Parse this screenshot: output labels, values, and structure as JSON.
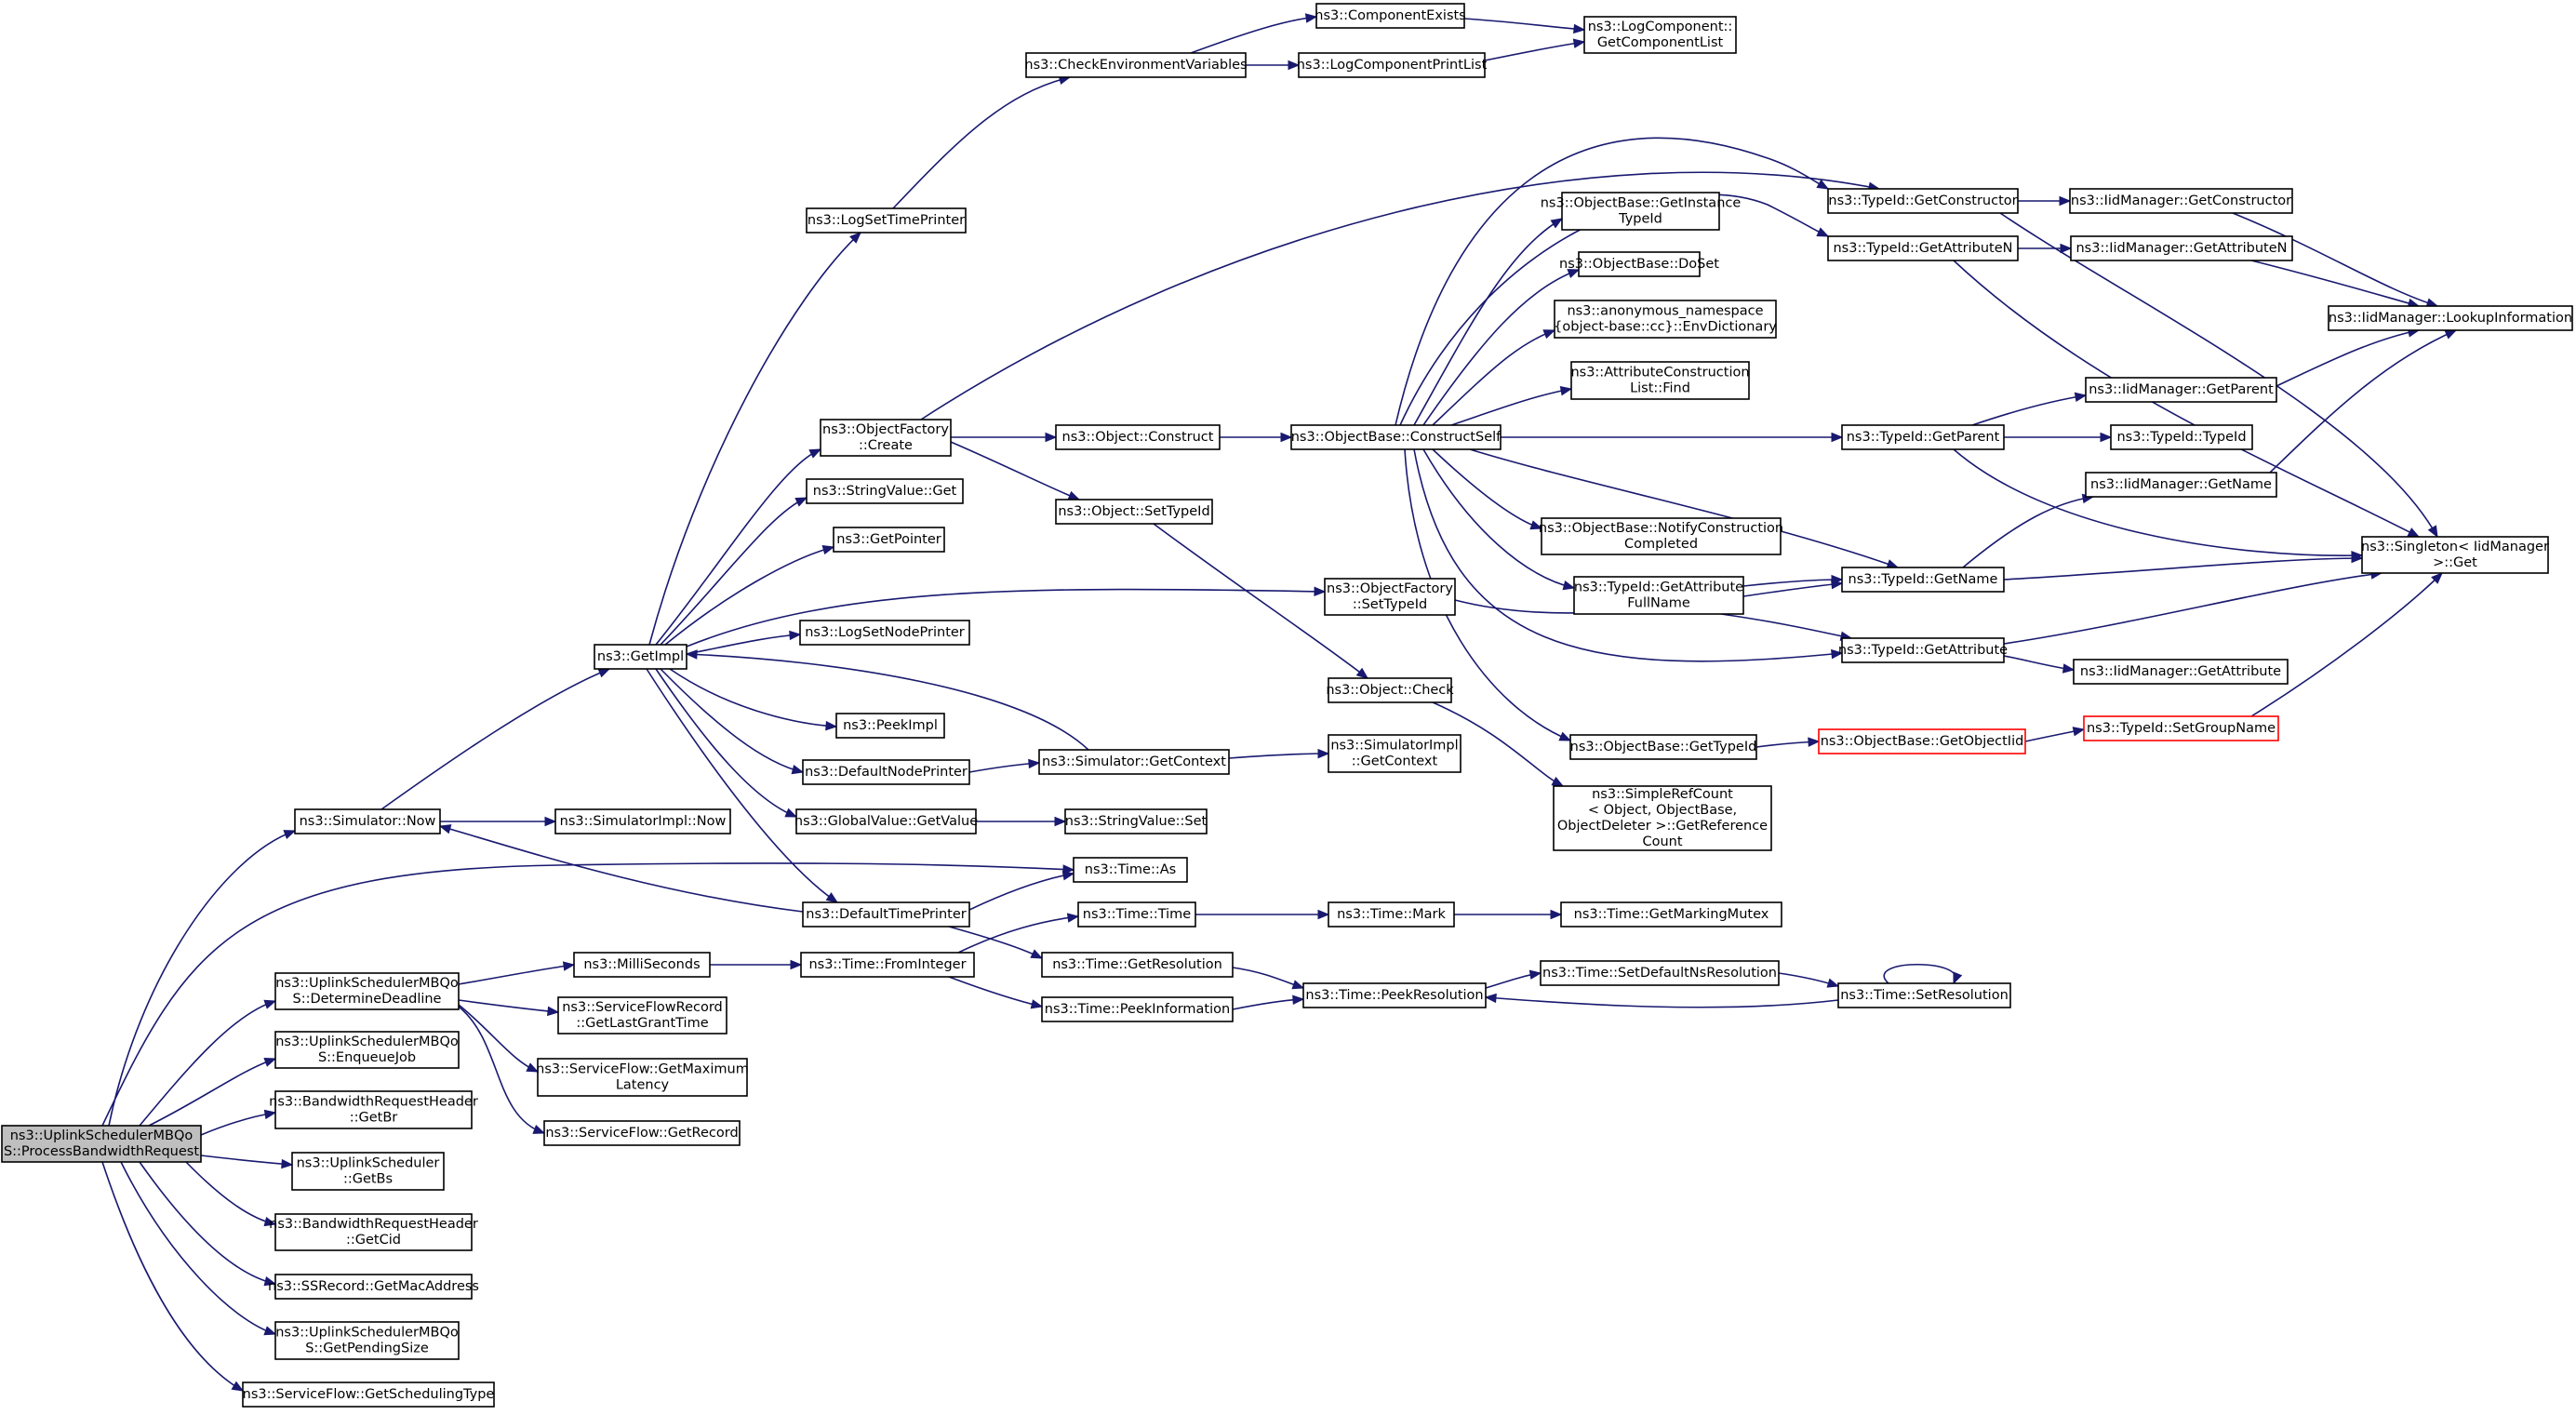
{
  "nodes": [
    {
      "id": "root",
      "lines": [
        "ns3::UplinkSchedulerMBQo",
        "S::ProcessBandwidthRequest"
      ],
      "style": "root"
    },
    {
      "id": "simnow",
      "lines": [
        "ns3::Simulator::Now"
      ]
    },
    {
      "id": "timeas",
      "lines": [
        "ns3::Time::As"
      ]
    },
    {
      "id": "determine",
      "lines": [
        "ns3::UplinkSchedulerMBQo",
        "S::DetermineDeadline"
      ]
    },
    {
      "id": "enqueue",
      "lines": [
        "ns3::UplinkSchedulerMBQo",
        "S::EnqueueJob"
      ]
    },
    {
      "id": "getbr",
      "lines": [
        "ns3::BandwidthRequestHeader",
        "::GetBr"
      ]
    },
    {
      "id": "getbs",
      "lines": [
        "ns3::UplinkScheduler",
        "::GetBs"
      ]
    },
    {
      "id": "getcid",
      "lines": [
        "ns3::BandwidthRequestHeader",
        "::GetCid"
      ]
    },
    {
      "id": "getmac",
      "lines": [
        "ns3::SSRecord::GetMacAddress"
      ]
    },
    {
      "id": "getpending",
      "lines": [
        "ns3::UplinkSchedulerMBQo",
        "S::GetPendingSize"
      ]
    },
    {
      "id": "getsched",
      "lines": [
        "ns3::ServiceFlow::GetSchedulingType"
      ]
    },
    {
      "id": "getimpl",
      "lines": [
        "ns3::GetImpl"
      ]
    },
    {
      "id": "simimplnow",
      "lines": [
        "ns3::SimulatorImpl::Now"
      ]
    },
    {
      "id": "logsettime",
      "lines": [
        "ns3::LogSetTimePrinter"
      ]
    },
    {
      "id": "objfactcreate",
      "lines": [
        "ns3::ObjectFactory",
        "::Create"
      ]
    },
    {
      "id": "strvalget",
      "lines": [
        "ns3::StringValue::Get"
      ]
    },
    {
      "id": "getpointer",
      "lines": [
        "ns3::GetPointer"
      ]
    },
    {
      "id": "logsetnode",
      "lines": [
        "ns3::LogSetNodePrinter"
      ]
    },
    {
      "id": "peekimpl",
      "lines": [
        "ns3::PeekImpl"
      ]
    },
    {
      "id": "defnodeprinter",
      "lines": [
        "ns3::DefaultNodePrinter"
      ]
    },
    {
      "id": "globalvalget",
      "lines": [
        "ns3::GlobalValue::GetValue"
      ]
    },
    {
      "id": "deftimeprinter",
      "lines": [
        "ns3::DefaultTimePrinter"
      ]
    },
    {
      "id": "milliseconds",
      "lines": [
        "ns3::MilliSeconds"
      ]
    },
    {
      "id": "sfrlastgrant",
      "lines": [
        "ns3::ServiceFlowRecord",
        "::GetLastGrantTime"
      ]
    },
    {
      "id": "sfmaxlat",
      "lines": [
        "ns3::ServiceFlow::GetMaximum",
        "Latency"
      ]
    },
    {
      "id": "sfgetrecord",
      "lines": [
        "ns3::ServiceFlow::GetRecord"
      ]
    },
    {
      "id": "checkenv",
      "lines": [
        "ns3::CheckEnvironmentVariables"
      ]
    },
    {
      "id": "objconstruct",
      "lines": [
        "ns3::Object::Construct"
      ]
    },
    {
      "id": "objsettypeid",
      "lines": [
        "ns3::Object::SetTypeId"
      ]
    },
    {
      "id": "objfactsettypeid",
      "lines": [
        "ns3::ObjectFactory",
        "::SetTypeId"
      ]
    },
    {
      "id": "simgetcontext",
      "lines": [
        "ns3::Simulator::GetContext"
      ]
    },
    {
      "id": "strvalset",
      "lines": [
        "ns3::StringValue::Set"
      ]
    },
    {
      "id": "timefromint",
      "lines": [
        "ns3::Time::FromInteger"
      ]
    },
    {
      "id": "timetime",
      "lines": [
        "ns3::Time::Time"
      ]
    },
    {
      "id": "timegetres",
      "lines": [
        "ns3::Time::GetResolution"
      ]
    },
    {
      "id": "timepeekinfo",
      "lines": [
        "ns3::Time::PeekInformation"
      ]
    },
    {
      "id": "compexists",
      "lines": [
        "ns3::ComponentExists"
      ]
    },
    {
      "id": "logcompprint",
      "lines": [
        "ns3::LogComponentPrintList"
      ]
    },
    {
      "id": "logcompget",
      "lines": [
        "ns3::LogComponent::",
        "GetComponentList"
      ]
    },
    {
      "id": "objcheck",
      "lines": [
        "ns3::Object::Check"
      ]
    },
    {
      "id": "simimplgetctx",
      "lines": [
        "ns3::SimulatorImpl",
        "::GetContext"
      ]
    },
    {
      "id": "constructself",
      "lines": [
        "ns3::ObjectBase::ConstructSelf"
      ]
    },
    {
      "id": "timemark",
      "lines": [
        "ns3::Time::Mark"
      ]
    },
    {
      "id": "timepeekres",
      "lines": [
        "ns3::Time::PeekResolution"
      ]
    },
    {
      "id": "getinsttypeid",
      "lines": [
        "ns3::ObjectBase::GetInstance",
        "TypeId"
      ]
    },
    {
      "id": "doset",
      "lines": [
        "ns3::ObjectBase::DoSet"
      ]
    },
    {
      "id": "envdict",
      "lines": [
        "ns3::anonymous_namespace",
        "{object-base::cc}::EnvDictionary"
      ]
    },
    {
      "id": "attrconstr",
      "lines": [
        "ns3::AttributeConstruction",
        "List::Find"
      ]
    },
    {
      "id": "notifyconstr",
      "lines": [
        "ns3::ObjectBase::NotifyConstruction",
        "Completed"
      ]
    },
    {
      "id": "tidattrfull",
      "lines": [
        "ns3::TypeId::GetAttribute",
        "FullName"
      ]
    },
    {
      "id": "obgettypeid",
      "lines": [
        "ns3::ObjectBase::GetTypeId"
      ]
    },
    {
      "id": "simplerefcount",
      "lines": [
        "ns3::SimpleRefCount",
        "< Object, ObjectBase,",
        "ObjectDeleter >::GetReference",
        "Count"
      ]
    },
    {
      "id": "getmarkmutex",
      "lines": [
        "ns3::Time::GetMarkingMutex"
      ]
    },
    {
      "id": "setdefnsres",
      "lines": [
        "ns3::Time::SetDefaultNsResolution"
      ]
    },
    {
      "id": "tidgetconstr",
      "lines": [
        "ns3::TypeId::GetConstructor"
      ]
    },
    {
      "id": "tidgetattrn",
      "lines": [
        "ns3::TypeId::GetAttributeN"
      ]
    },
    {
      "id": "tidgetparent",
      "lines": [
        "ns3::TypeId::GetParent"
      ]
    },
    {
      "id": "tidgetname",
      "lines": [
        "ns3::TypeId::GetName"
      ]
    },
    {
      "id": "tidgetattr",
      "lines": [
        "ns3::TypeId::GetAttribute"
      ]
    },
    {
      "id": "obgetobjtid",
      "lines": [
        "ns3::ObjectBase::GetObjectIid"
      ],
      "style": "red"
    },
    {
      "id": "timesetres",
      "lines": [
        "ns3::Time::SetResolution"
      ]
    },
    {
      "id": "iidgetconstr",
      "lines": [
        "ns3::IidManager::GetConstructor"
      ]
    },
    {
      "id": "iidgetattrn",
      "lines": [
        "ns3::IidManager::GetAttributeN"
      ]
    },
    {
      "id": "iidgetparent",
      "lines": [
        "ns3::IidManager::GetParent"
      ]
    },
    {
      "id": "tidtypeid",
      "lines": [
        "ns3::TypeId::TypeId"
      ]
    },
    {
      "id": "iidgetname",
      "lines": [
        "ns3::IidManager::GetName"
      ]
    },
    {
      "id": "iidgetattr",
      "lines": [
        "ns3::IidManager::GetAttribute"
      ]
    },
    {
      "id": "tidsetgroup",
      "lines": [
        "ns3::TypeId::SetGroupName"
      ],
      "style": "red"
    },
    {
      "id": "iidlookup",
      "lines": [
        "ns3::IidManager::LookupInformation"
      ]
    },
    {
      "id": "singletonget",
      "lines": [
        "ns3::Singleton< IidManager",
        ">::Get"
      ]
    }
  ]
}
